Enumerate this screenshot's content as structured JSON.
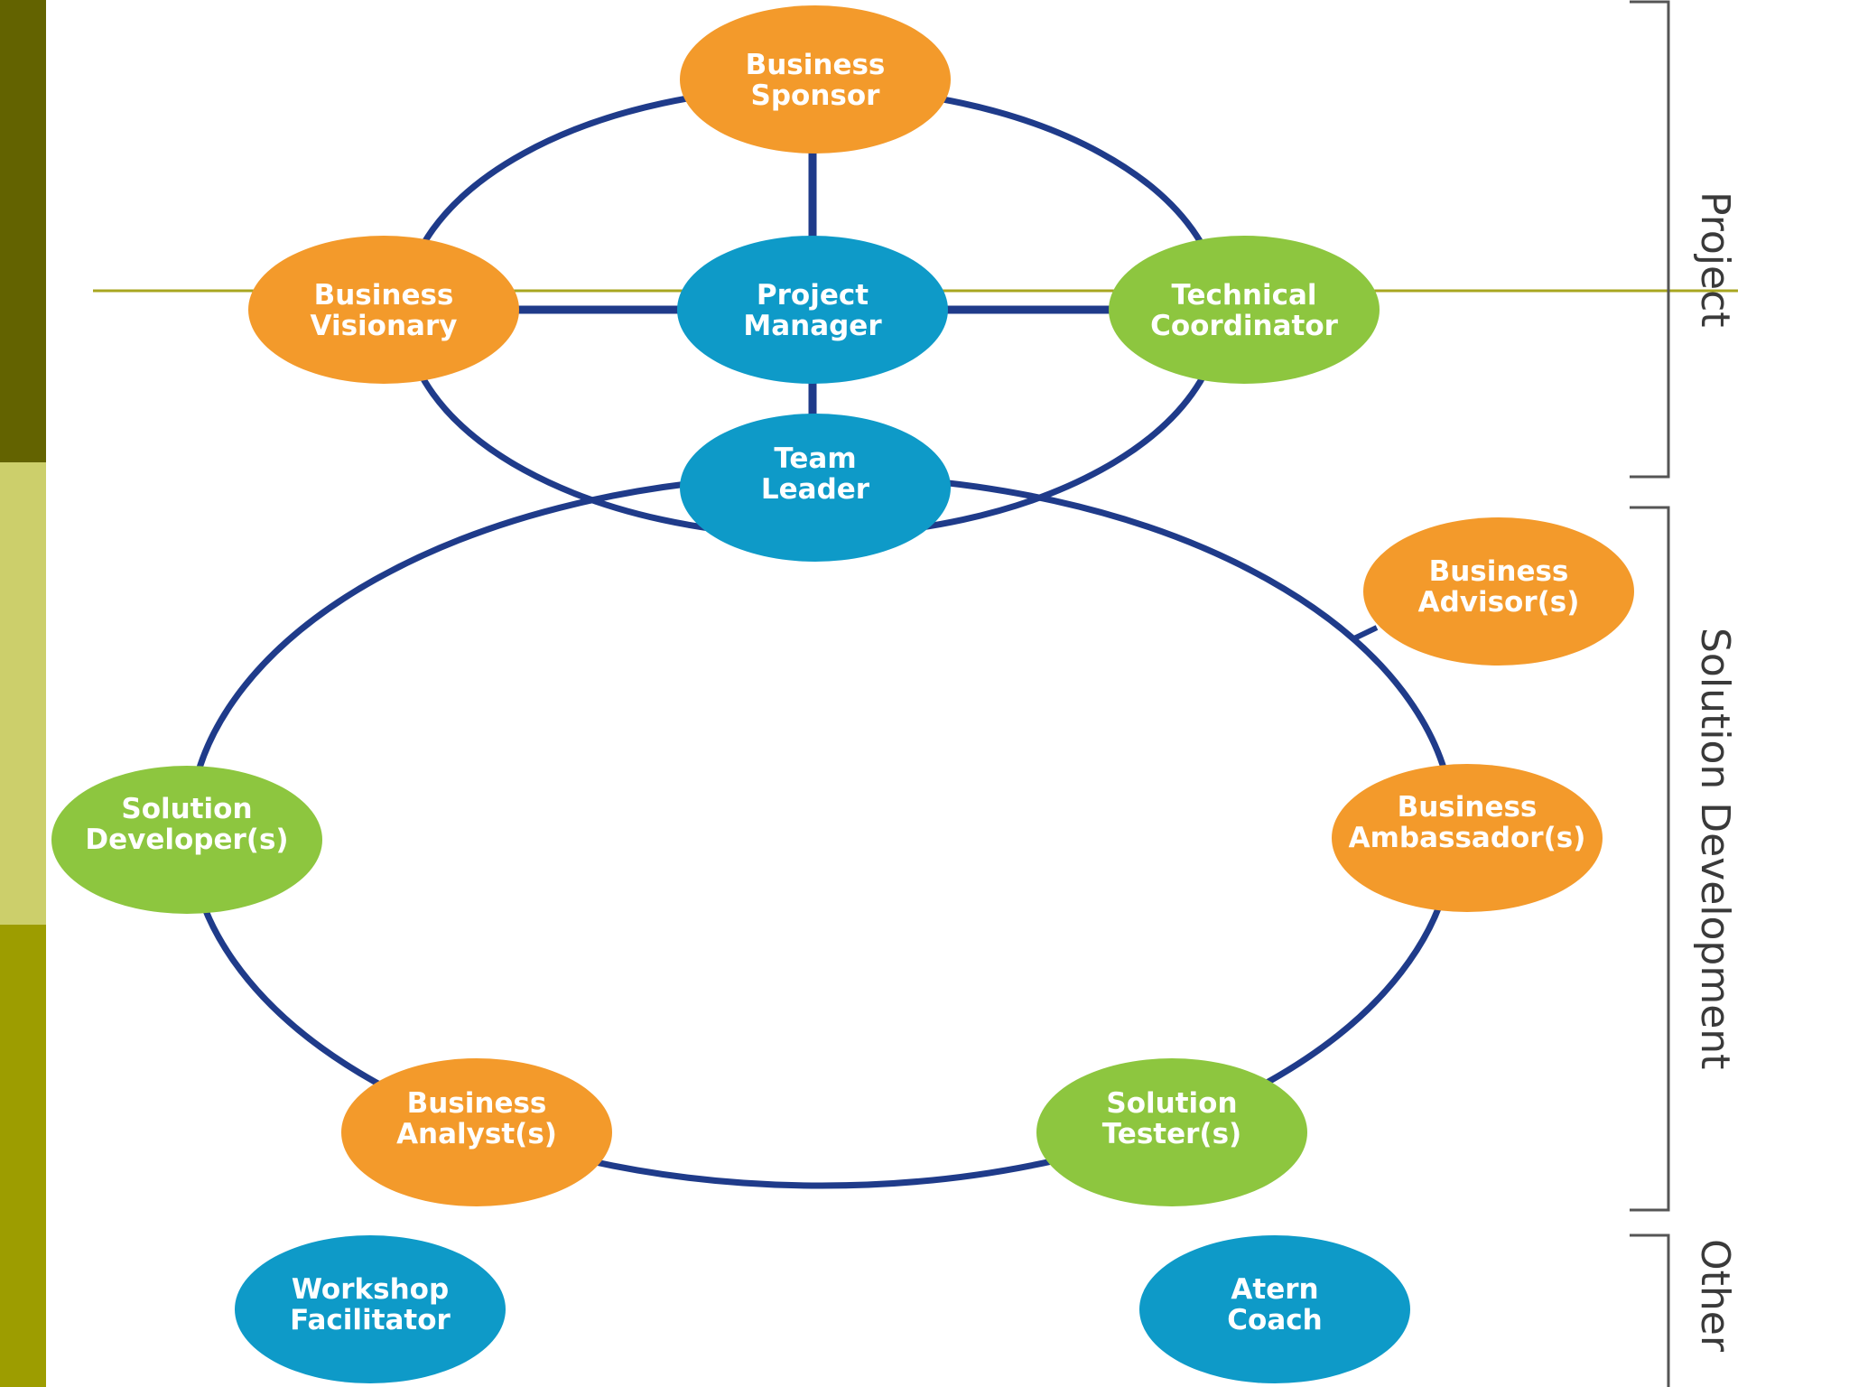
{
  "colors": {
    "orange": "#f39a2b",
    "green": "#8dc63f",
    "blue": "#0e9ac8",
    "ring": "#1f3b8a",
    "guide_line": "#a8a620",
    "strip_dark": "#636300",
    "strip_light": "#cccf6b",
    "strip_mid": "#9d9d00",
    "bracket": "#555555"
  },
  "nodes": {
    "business_sponsor": {
      "line1": "Business",
      "line2": "Sponsor",
      "color": "orange"
    },
    "business_visionary": {
      "line1": "Business",
      "line2": "Visionary",
      "color": "orange"
    },
    "project_manager": {
      "line1": "Project",
      "line2": "Manager",
      "color": "blue"
    },
    "technical_coordinator": {
      "line1": "Technical",
      "line2": "Coordinator",
      "color": "green"
    },
    "team_leader": {
      "line1": "Team",
      "line2": "Leader",
      "color": "blue"
    },
    "business_advisor": {
      "line1": "Business",
      "line2": "Advisor(s)",
      "color": "orange"
    },
    "solution_developer": {
      "line1": "Solution",
      "line2": "Developer(s)",
      "color": "green"
    },
    "business_ambassador": {
      "line1": "Business",
      "line2": "Ambassador(s)",
      "color": "orange"
    },
    "business_analyst": {
      "line1": "Business",
      "line2": "Analyst(s)",
      "color": "orange"
    },
    "solution_tester": {
      "line1": "Solution",
      "line2": "Tester(s)",
      "color": "green"
    },
    "workshop_facilitator": {
      "line1": "Workshop",
      "line2": "Facilitator",
      "color": "blue"
    },
    "atern_coach": {
      "line1": "Atern",
      "line2": "Coach",
      "color": "blue"
    }
  },
  "brackets": {
    "project": "Project",
    "solution_development": "Solution Development",
    "other": "Other"
  }
}
